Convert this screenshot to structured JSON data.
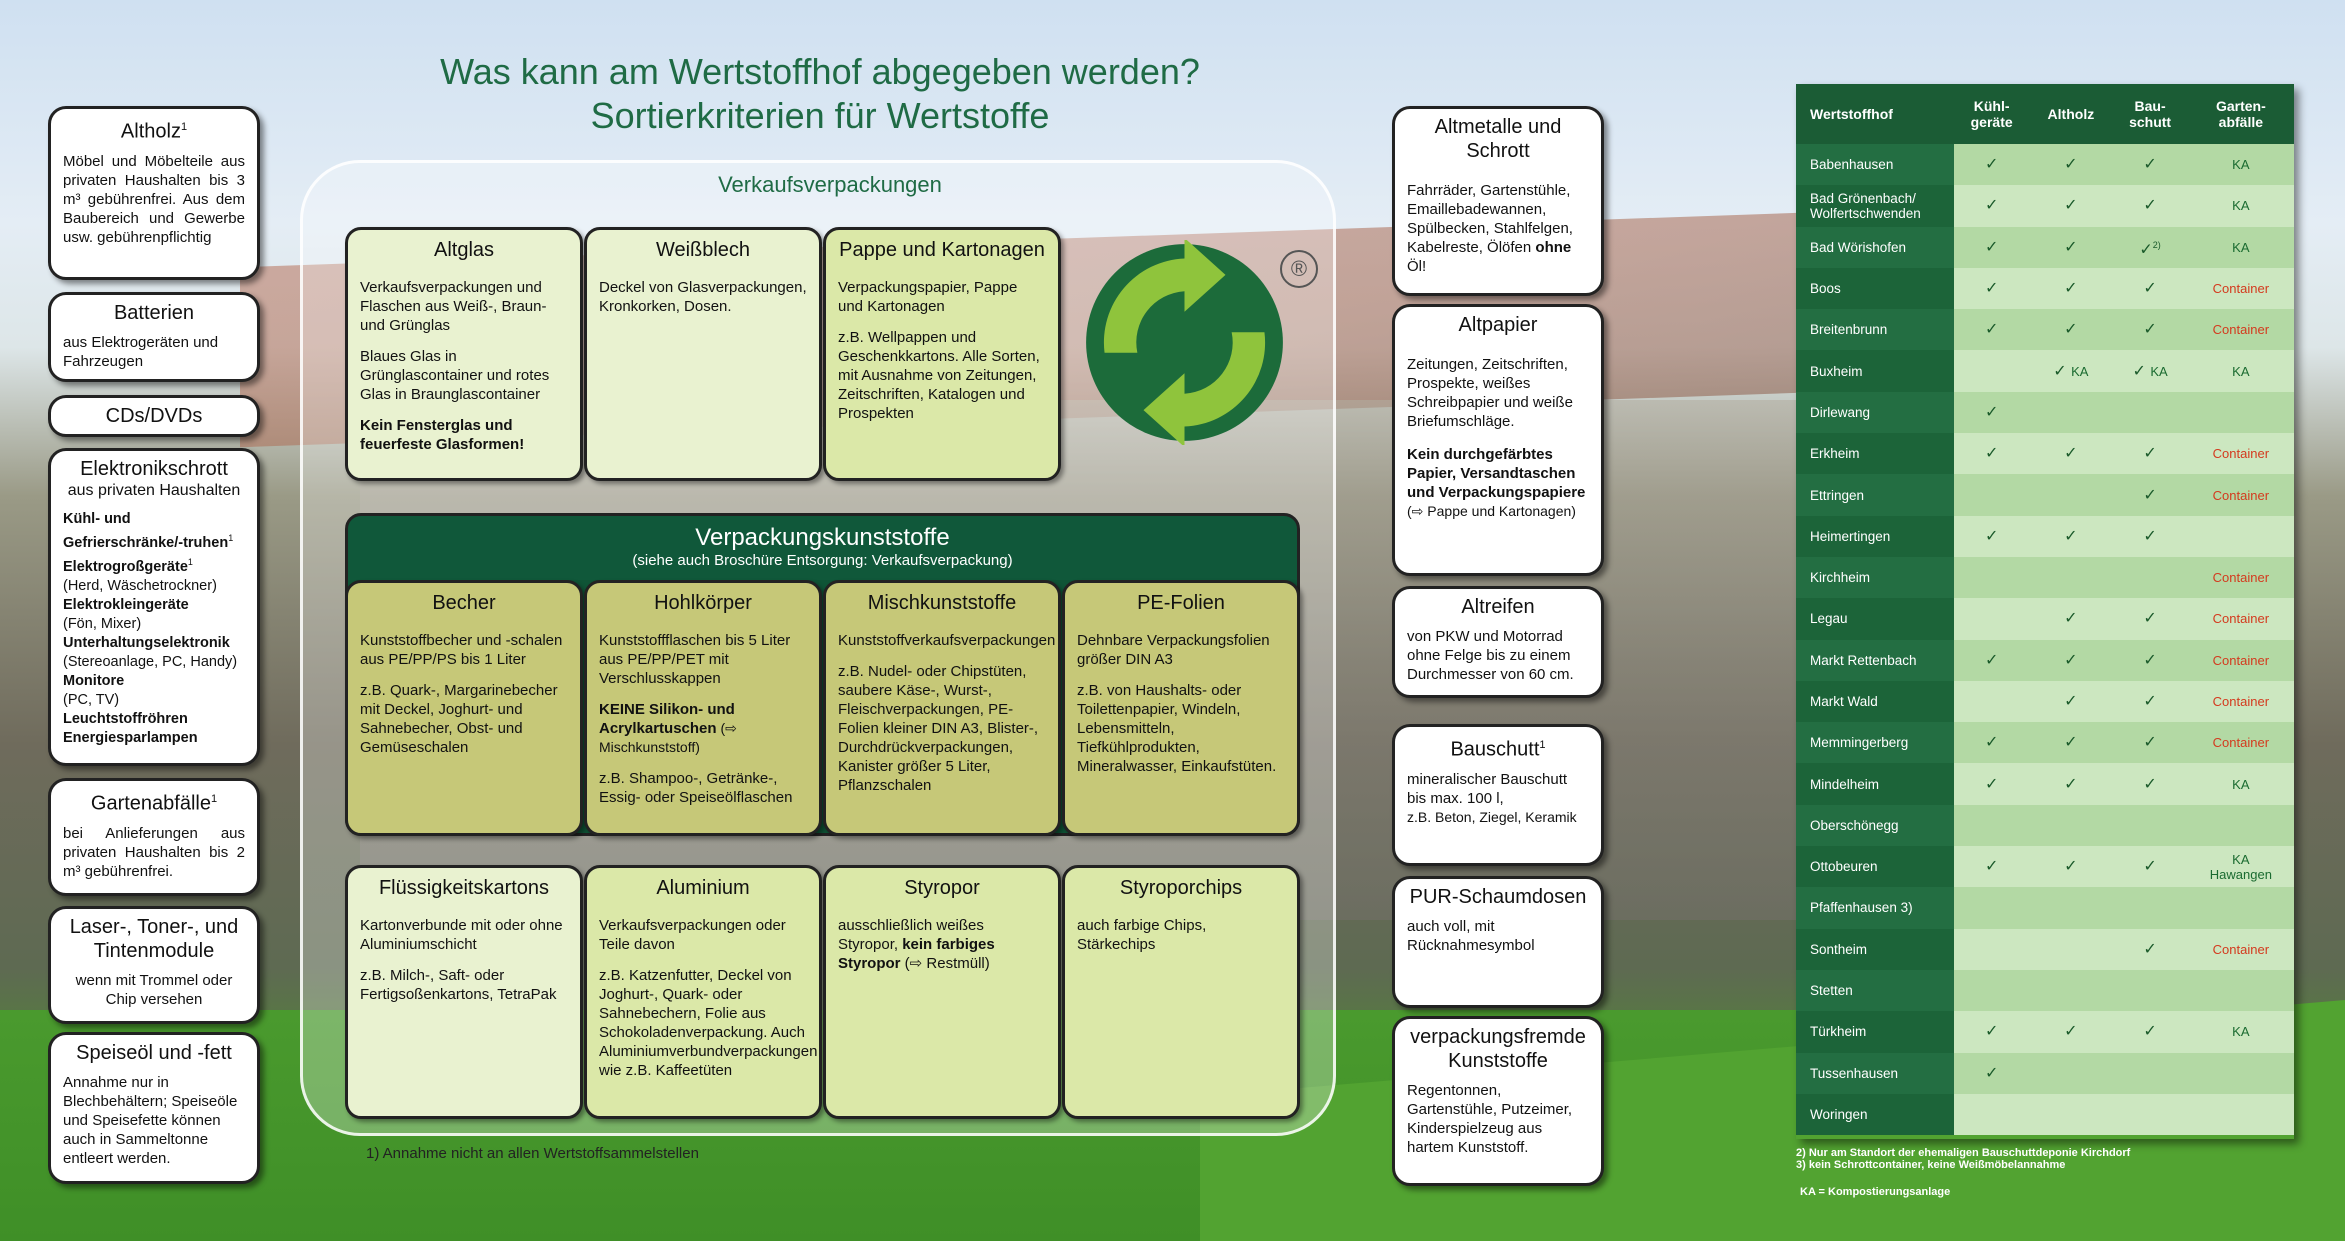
{
  "title": {
    "line1": "Was kann am Wertstoffhof abgegeben werden?",
    "line2": "Sortierkriterien für Wertstoffe"
  },
  "left": {
    "altholz": {
      "title": "Altholz",
      "sup": "1",
      "text": "Möbel und Möbelteile aus privaten Haushalten bis 3 m³ gebührenfrei. Aus dem Baubereich und Gewerbe usw. gebührenpflichtig"
    },
    "batterien": {
      "title": "Batterien",
      "text": "aus Elektrogeräten und Fahrzeugen"
    },
    "cds": {
      "title": "CDs/DVDs"
    },
    "elektro": {
      "title": "Elektronikschrott",
      "subtitle": "aus privaten Haushalten",
      "i1b": "Kühl- und Gefrierschränke/-truhen",
      "i1s": "1",
      "i2b": "Elektrogroßgeräte",
      "i2s": "1",
      "i2": "(Herd, Wäschetrockner)",
      "i3b": "Elektrokleingeräte",
      "i3": "(Fön, Mixer)",
      "i4b": "Unterhaltungselektronik",
      "i4": "(Stereoanlage, PC, Handy)",
      "i5b": "Monitore",
      "i5": "(PC, TV)",
      "i6b": "Leuchtstoffröhren",
      "i7b": "Energiesparlampen"
    },
    "garten": {
      "title": "Gartenabfälle",
      "sup": "1",
      "text": "bei Anlieferungen aus privaten Haushalten bis 2 m³ gebührenfrei."
    },
    "laser": {
      "title": "Laser-, Toner-, und Tintenmodule",
      "text": "wenn mit Trommel oder Chip versehen"
    },
    "speiseoel": {
      "title": "Speiseöl und -fett",
      "text": "Annahme nur in Blechbehältern; Speiseöle und Speisefette können auch in Sammeltonne entleert werden."
    }
  },
  "verkauf": {
    "title": "Verkaufsverpackungen",
    "altglas": {
      "title": "Altglas",
      "p1": "Verkaufsverpackungen und Flaschen aus Weiß-, Braun- und Grünglas",
      "p2": "Blaues Glas in Grünglascontainer und rotes Glas in Braunglascontainer",
      "p3": "Kein Fensterglas und feuerfeste Glasformen!"
    },
    "weissblech": {
      "title": "Weißblech",
      "p1": "Deckel von Glasverpackungen, Kronkorken, Dosen."
    },
    "pappe": {
      "title": "Pappe und Kartonagen",
      "p1": "Verpackungspapier, Pappe und Kartonagen",
      "p2": "z.B. Wellpappen und Geschenkkartons. Alle Sorten, mit Ausnahme von Zeitungen, Zeitschriften, Katalogen und Prospekten"
    },
    "reg": "®",
    "kunst": {
      "title": "Verpackungskunststoffe",
      "subtitle": "(siehe auch Broschüre Entsorgung: Verkaufsverpackung)",
      "becher": {
        "title": "Becher",
        "p1": "Kunststoffbecher und -schalen aus PE/PP/PS bis 1 Liter",
        "p2": "z.B. Quark-, Margarinebecher mit Deckel, Joghurt- und Sahnebecher, Obst- und Gemüseschalen"
      },
      "hohl": {
        "title": "Hohlkörper",
        "p1": "Kunststoffflaschen bis 5 Liter aus PE/PP/PET mit Verschlusskappen",
        "p2b": "KEINE Silikon- und Acrylkartuschen",
        "p2": " (⇨ Mischkunststoff)",
        "p3": "z.B. Shampoo-, Getränke-, Essig- oder Speiseölflaschen"
      },
      "misch": {
        "title": "Mischkunststoffe",
        "p1": "Kunststoffverkaufsverpackungen",
        "p2": "z.B. Nudel- oder Chipstüten, saubere Käse-, Wurst-, Fleischverpackungen, PE-Folien kleiner DIN A3, Blister-, Durchdrückverpackungen, Kanister größer 5 Liter, Pflanzschalen"
      },
      "pe": {
        "title": "PE-Folien",
        "p1": "Dehnbare Verpackungsfolien größer DIN A3",
        "p2": "z.B. von Haushalts- oder Toilettenpapier, Windeln, Lebensmitteln, Tiefkühlprodukten, Mineralwasser, Einkaufstüten."
      }
    },
    "fluessig": {
      "title": "Flüssigkeitskartons",
      "p1": "Kartonverbunde mit oder ohne Aluminiumschicht",
      "p2": "z.B. Milch-, Saft- oder Fertigsoßenkartons, TetraPak"
    },
    "alu": {
      "title": "Aluminium",
      "p1": "Verkaufsverpackungen oder Teile davon",
      "p2": "z.B. Katzenfutter, Deckel von Joghurt-, Quark- oder Sahnebechern, Folie aus Schokoladenverpackung. Auch Aluminiumverbundverpackungen wie z.B. Kaffeetüten"
    },
    "styro": {
      "title": "Styropor",
      "p1a": "ausschließlich weißes Styropor, ",
      "p1b": "kein farbiges Styropor",
      "p1c": " (⇨ Restmüll)"
    },
    "chips": {
      "title": "Styroporchips",
      "p1": "auch farbige Chips, Stärkechips"
    },
    "footnote": "1) Annahme nicht an allen Wertstoffsammelstellen"
  },
  "right": {
    "altmetall": {
      "title": "Altmetalle und Schrott",
      "text": "Fahrräder, Gartenstühle, Emaillebadewannen, Spülbecken, Stahlfelgen, Kabelreste, Ölöfen",
      "bold": "ohne",
      "tail": " Öl!"
    },
    "altpapier": {
      "title": "Altpapier",
      "text": "Zeitungen, Zeitschriften, Prospekte, weißes Schreibpapier und weiße Briefumschläge.",
      "bold": "Kein durchgefärbtes Papier, Versandtaschen und Verpackungspapiere",
      "tail": "(⇨ Pappe und Kartonagen)"
    },
    "altreifen": {
      "title": "Altreifen",
      "text": "von PKW und Motorrad ohne Felge bis zu einem Durchmesser von 60 cm."
    },
    "bauschutt": {
      "title": "Bauschutt",
      "sup": "1",
      "text": "mineralischer Bauschutt bis max. 100 l,",
      "text2": "z.B. Beton, Ziegel, Keramik"
    },
    "pur": {
      "title": "PUR-Schaumdosen",
      "text": "auch voll, mit Rücknahmesymbol"
    },
    "fremd": {
      "title": "verpackungsfremde Kunststoffe",
      "text": "Regentonnen, Gartenstühle, Putzeimer, Kinderspielzeug aus hartem Kunststoff."
    }
  },
  "table": {
    "headers": [
      "Wertstoffhof",
      "Kühl-\ngeräte",
      "Altholz",
      "Bau-\nschutt",
      "Garten-\nabfälle"
    ],
    "rows": [
      {
        "name": "Babenhausen",
        "c": [
          "✓",
          "✓",
          "✓",
          "KA"
        ]
      },
      {
        "name": "Bad Grönenbach/ Wolfertschwenden",
        "c": [
          "✓",
          "✓",
          "✓",
          "KA"
        ]
      },
      {
        "name": "Bad Wörishofen",
        "c": [
          "✓",
          "✓",
          "✓2)",
          "KA"
        ]
      },
      {
        "name": "Boos",
        "c": [
          "✓",
          "✓",
          "✓",
          "Container"
        ]
      },
      {
        "name": "Breitenbrunn",
        "c": [
          "✓",
          "✓",
          "✓",
          "Container"
        ]
      },
      {
        "name": "Buxheim",
        "c": [
          "",
          "✓ KA",
          "✓ KA",
          "KA"
        ]
      },
      {
        "name": "Dirlewang",
        "c": [
          "✓",
          "",
          "",
          ""
        ]
      },
      {
        "name": "Erkheim",
        "c": [
          "✓",
          "✓",
          "✓",
          "Container"
        ]
      },
      {
        "name": "Ettringen",
        "c": [
          "",
          "",
          "✓",
          "Container"
        ]
      },
      {
        "name": "Heimertingen",
        "c": [
          "✓",
          "✓",
          "✓",
          ""
        ]
      },
      {
        "name": "Kirchheim",
        "c": [
          "",
          "",
          "",
          "Container"
        ]
      },
      {
        "name": "Legau",
        "c": [
          "",
          "✓",
          "✓",
          "Container"
        ]
      },
      {
        "name": "Markt Rettenbach",
        "c": [
          "✓",
          "✓",
          "✓",
          "Container"
        ]
      },
      {
        "name": "Markt Wald",
        "c": [
          "",
          "✓",
          "✓",
          "Container"
        ]
      },
      {
        "name": "Memmingerberg",
        "c": [
          "✓",
          "✓",
          "✓",
          "Container"
        ]
      },
      {
        "name": "Mindelheim",
        "c": [
          "✓",
          "✓",
          "✓",
          "KA"
        ]
      },
      {
        "name": "Oberschönegg",
        "c": [
          "",
          "",
          "",
          ""
        ]
      },
      {
        "name": "Ottobeuren",
        "c": [
          "✓",
          "✓",
          "✓",
          "KA Hawangen"
        ]
      },
      {
        "name": "Pfaffenhausen 3)",
        "c": [
          "",
          "",
          "",
          ""
        ]
      },
      {
        "name": "Sontheim",
        "c": [
          "",
          "",
          "✓",
          "Container"
        ]
      },
      {
        "name": "Stetten",
        "c": [
          "",
          "",
          "",
          ""
        ]
      },
      {
        "name": "Türkheim",
        "c": [
          "✓",
          "✓",
          "✓",
          "KA"
        ]
      },
      {
        "name": "Tussenhausen",
        "c": [
          "✓",
          "",
          "",
          ""
        ]
      },
      {
        "name": "Woringen",
        "c": [
          "",
          "",
          "",
          ""
        ]
      }
    ],
    "note1": "2) Nur am Standort der ehemaligen Bauschuttdeponie Kirchdorf",
    "note2": "3) kein Schrottcontainer, keine Weißmöbelannahme",
    "ka": "KA = Kompostierungsanlage"
  }
}
